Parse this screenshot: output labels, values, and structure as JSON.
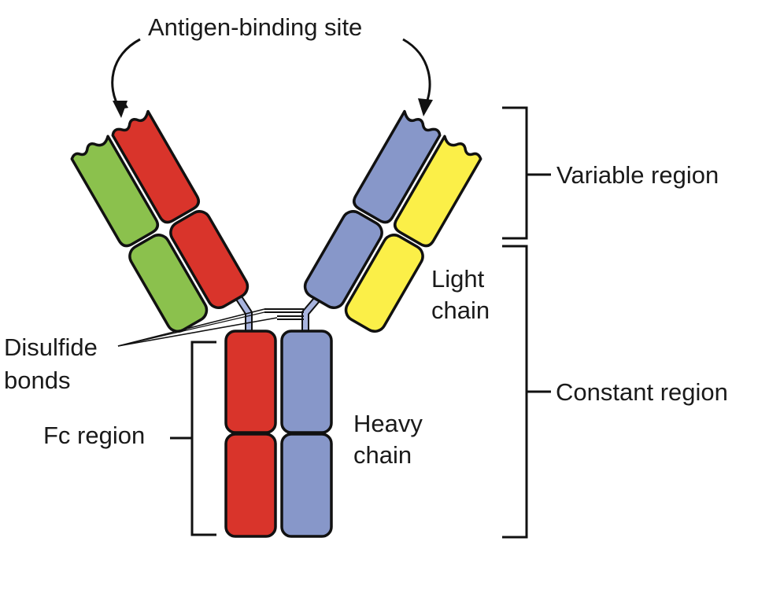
{
  "diagram": {
    "title": "Antibody structure",
    "colors": {
      "heavy_left": "#d9342b",
      "heavy_right": "#8797c9",
      "light_left": "#8bc14d",
      "light_right": "#fbef48",
      "outline": "#111111",
      "text": "#1a1a1a"
    },
    "labels": {
      "antigen_binding_site": "Antigen-binding site",
      "variable_region": "Variable region",
      "constant_region": "Constant region",
      "light_chain_line1": "Light",
      "light_chain_line2": "chain",
      "heavy_chain_line1": "Heavy",
      "heavy_chain_line2": "chain",
      "disulfide_line1": "Disulfide",
      "disulfide_line2": "bonds",
      "fc_region": "Fc region"
    },
    "components": [
      {
        "name": "heavy chain (left)",
        "color_key": "heavy_left",
        "domains": 4
      },
      {
        "name": "heavy chain (right)",
        "color_key": "heavy_right",
        "domains": 4
      },
      {
        "name": "light chain (left)",
        "color_key": "light_left",
        "domains": 2
      },
      {
        "name": "light chain (right)",
        "color_key": "light_right",
        "domains": 2
      }
    ]
  }
}
